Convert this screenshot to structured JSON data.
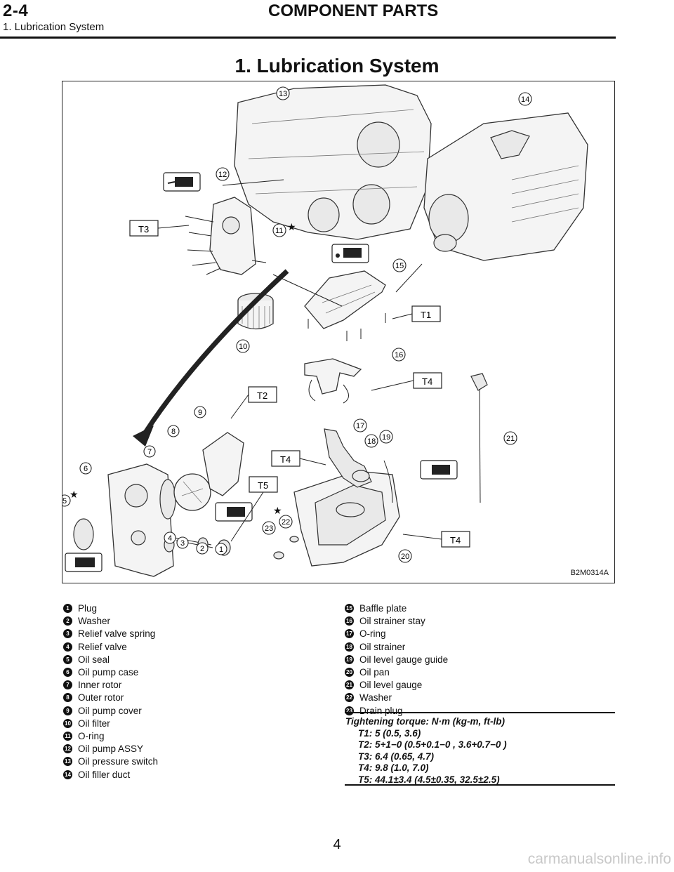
{
  "header": {
    "section": "2-4",
    "title": "COMPONENT PARTS",
    "subtitle": "1. Lubrication System"
  },
  "page_title": "1. Lubrication System",
  "figure": {
    "code": "B2M0314A",
    "torque_labels": [
      "T3",
      "T1",
      "T4",
      "T2",
      "T4",
      "T5",
      "T4"
    ],
    "callouts": [
      "1",
      "2",
      "3",
      "4",
      "5",
      "6",
      "7",
      "8",
      "9",
      "10",
      "11",
      "12",
      "13",
      "14",
      "15",
      "16",
      "17",
      "18",
      "19",
      "20",
      "21",
      "22",
      "23"
    ]
  },
  "legend_left": [
    {
      "n": "1",
      "text": "Plug"
    },
    {
      "n": "2",
      "text": "Washer"
    },
    {
      "n": "3",
      "text": "Relief valve spring"
    },
    {
      "n": "4",
      "text": "Relief valve"
    },
    {
      "n": "5",
      "text": "Oil seal"
    },
    {
      "n": "6",
      "text": "Oil pump case"
    },
    {
      "n": "7",
      "text": "Inner rotor"
    },
    {
      "n": "8",
      "text": "Outer rotor"
    },
    {
      "n": "9",
      "text": "Oil pump cover"
    },
    {
      "n": "10",
      "text": "Oil filter"
    },
    {
      "n": "11",
      "text": "O-ring"
    },
    {
      "n": "12",
      "text": "Oil pump ASSY"
    },
    {
      "n": "13",
      "text": "Oil pressure switch"
    },
    {
      "n": "14",
      "text": "Oil filler duct"
    }
  ],
  "legend_right": [
    {
      "n": "15",
      "text": "Baffle plate"
    },
    {
      "n": "16",
      "text": "Oil strainer stay"
    },
    {
      "n": "17",
      "text": "O-ring"
    },
    {
      "n": "18",
      "text": "Oil strainer"
    },
    {
      "n": "19",
      "text": "Oil level gauge guide"
    },
    {
      "n": "20",
      "text": "Oil pan"
    },
    {
      "n": "21",
      "text": "Oil level gauge"
    },
    {
      "n": "22",
      "text": "Washer"
    },
    {
      "n": "23",
      "text": "Drain plug"
    }
  ],
  "torque": {
    "heading": "Tightening torque: N·m (kg-m, ft-lb)",
    "lines": [
      "T1: 5 (0.5, 3.6)",
      "T2: 5+1−0 (0.5+0.1−0 , 3.6+0.7−0 )",
      "T3: 6.4 (0.65, 4.7)",
      "T4: 9.8 (1.0, 7.0)",
      "T5: 44.1±3.4 (4.5±0.35, 32.5±2.5)"
    ]
  },
  "page_number": "4",
  "watermark": "carmanualsonline.info"
}
